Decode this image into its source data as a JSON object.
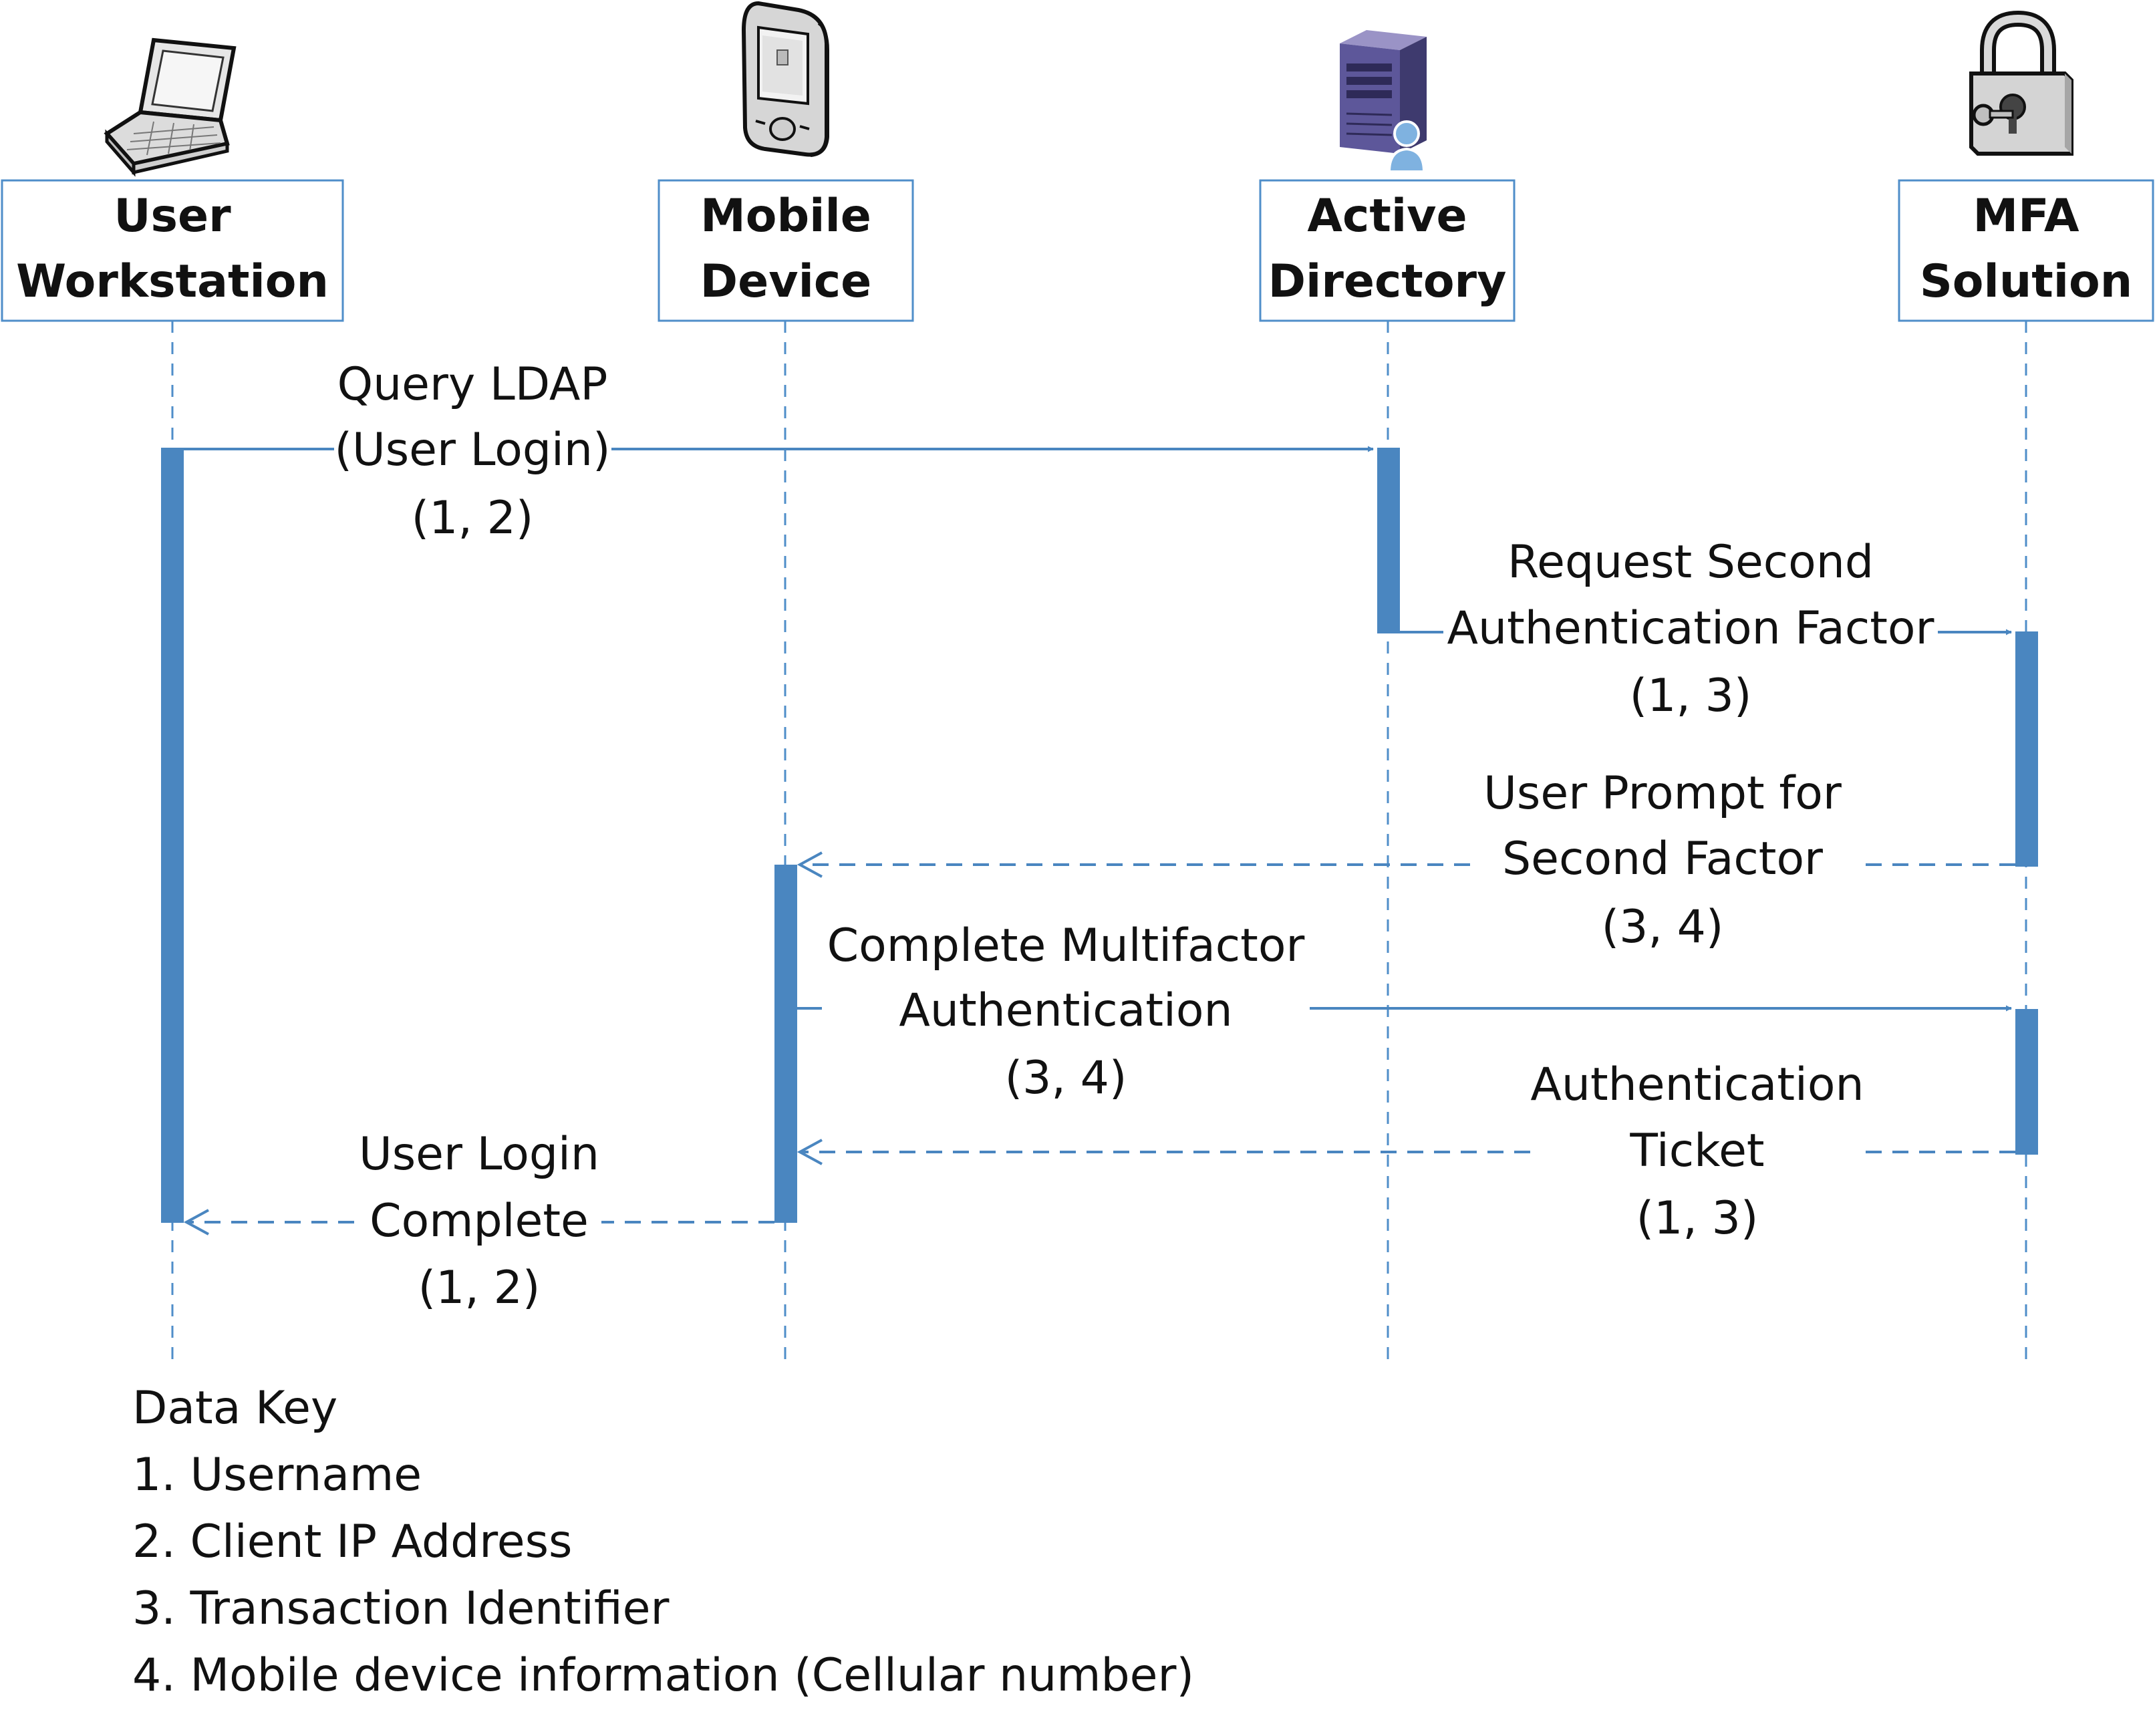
{
  "actors": [
    {
      "id": "workstation",
      "line1": "User",
      "line2": "Workstation",
      "icon": "laptop-icon"
    },
    {
      "id": "mobile",
      "line1": "Mobile",
      "line2": "Device",
      "icon": "mobile-phone-icon"
    },
    {
      "id": "ad",
      "line1": "Active",
      "line2": "Directory",
      "icon": "server-icon"
    },
    {
      "id": "mfa",
      "line1": "MFA",
      "line2": "Solution",
      "icon": "padlock-icon"
    }
  ],
  "messages": [
    {
      "id": "query-ldap",
      "from": "workstation",
      "to": "ad",
      "style": "solid",
      "lines": [
        "Query LDAP",
        "(User Login)",
        "(1, 2)"
      ]
    },
    {
      "id": "request-second-factor",
      "from": "ad",
      "to": "mfa",
      "style": "solid",
      "lines": [
        "Request Second",
        "Authentication Factor",
        "(1, 3)"
      ]
    },
    {
      "id": "user-prompt",
      "from": "mfa",
      "to": "mobile",
      "style": "dashed",
      "lines": [
        "User Prompt for",
        "Second Factor",
        "(3, 4)"
      ]
    },
    {
      "id": "complete-mfa",
      "from": "mobile",
      "to": "mfa",
      "style": "solid",
      "lines": [
        "Complete Multifactor",
        "Authentication",
        "(3, 4)"
      ]
    },
    {
      "id": "auth-ticket",
      "from": "mfa",
      "to": "mobile",
      "style": "dashed",
      "lines": [
        "Authentication",
        "Ticket",
        "(1, 3)"
      ]
    },
    {
      "id": "login-complete",
      "from": "mobile",
      "to": "workstation",
      "style": "dashed",
      "lines": [
        "User Login",
        "Complete",
        "(1, 2)"
      ]
    }
  ],
  "data_key": {
    "title": "Data Key",
    "items": [
      "1. Username",
      "2. Client IP Address",
      "3. Transaction Identifier",
      "4. Mobile device information (Cellular number)"
    ]
  },
  "colors": {
    "accent": "#4a86c0",
    "box_border": "#4f8ec9",
    "text": "#111111"
  }
}
